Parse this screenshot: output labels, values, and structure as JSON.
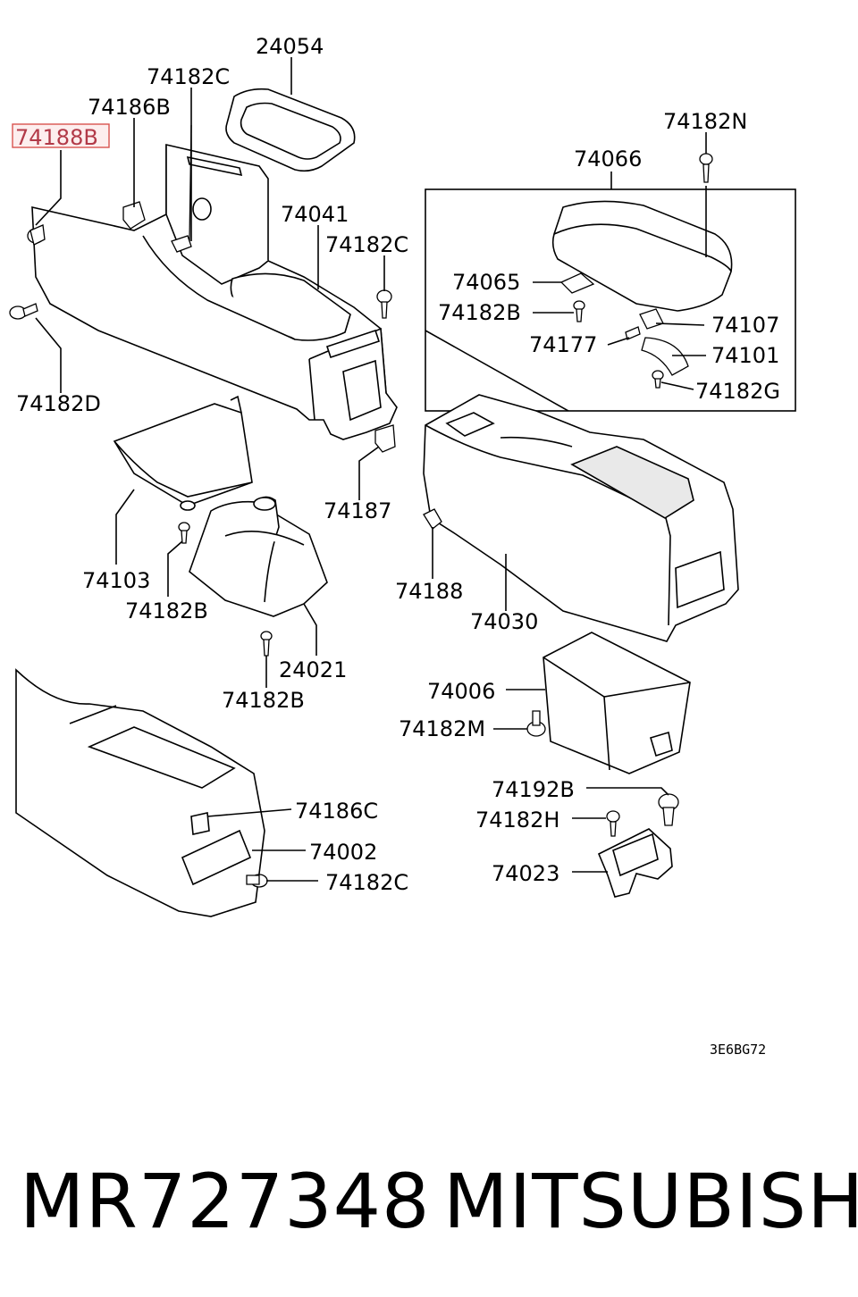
{
  "diagram": {
    "highlighted_label": "74188B",
    "highlight_color": "#d9534f",
    "labels": {
      "p24054": "24054",
      "p74182C_top": "74182C",
      "p74186B": "74186B",
      "p74188B": "74188B",
      "p74041": "74041",
      "p74182C_mid": "74182C",
      "p74182D": "74182D",
      "p74182N": "74182N",
      "p74066": "74066",
      "p74065": "74065",
      "p74182B_lid": "74182B",
      "p74107": "74107",
      "p74177": "74177",
      "p74101": "74101",
      "p74182G": "74182G",
      "p74187": "74187",
      "p74103": "74103",
      "p74182B_tray": "74182B",
      "p74188": "74188",
      "p74030": "74030",
      "p24021": "24021",
      "p74182B_boot": "74182B",
      "p74006": "74006",
      "p74182M": "74182M",
      "p74186C": "74186C",
      "p74002": "74002",
      "p74182C_low": "74182C",
      "p74192B": "74192B",
      "p74182H": "74182H",
      "p74023": "74023"
    },
    "drawing_code": "3E6BG72"
  },
  "footer": {
    "part_number": "MR727348",
    "brand": "MITSUBISHI"
  }
}
